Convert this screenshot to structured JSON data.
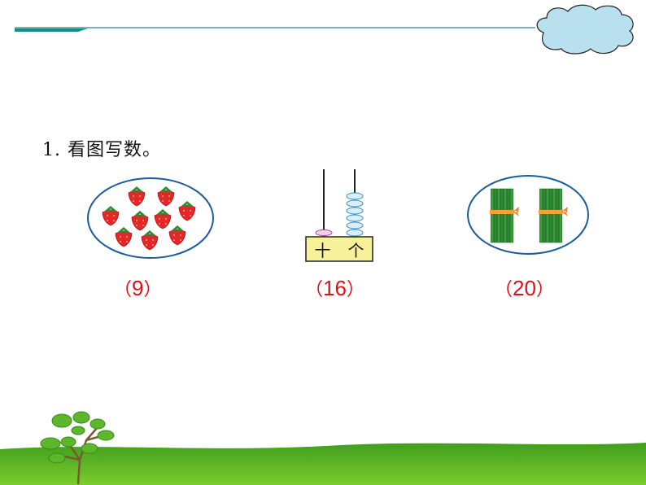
{
  "question": "1. 看图写数。",
  "abacus": {
    "tens_label": "十",
    "ones_label": "个",
    "tens_beads": 1,
    "ones_beads": 6
  },
  "strawberries": {
    "count": 9
  },
  "sticks": {
    "bundles": 2
  },
  "answers": [
    {
      "open": "（",
      "value": "9",
      "close": "）"
    },
    {
      "open": "（",
      "value": "16",
      "close": "）"
    },
    {
      "open": "（",
      "value": "20",
      "close": "）"
    }
  ],
  "colors": {
    "answer": "#e0101a",
    "header_line": "#1a8c8c",
    "grass": "#4aa820",
    "cloud": "#b8e0ee"
  }
}
